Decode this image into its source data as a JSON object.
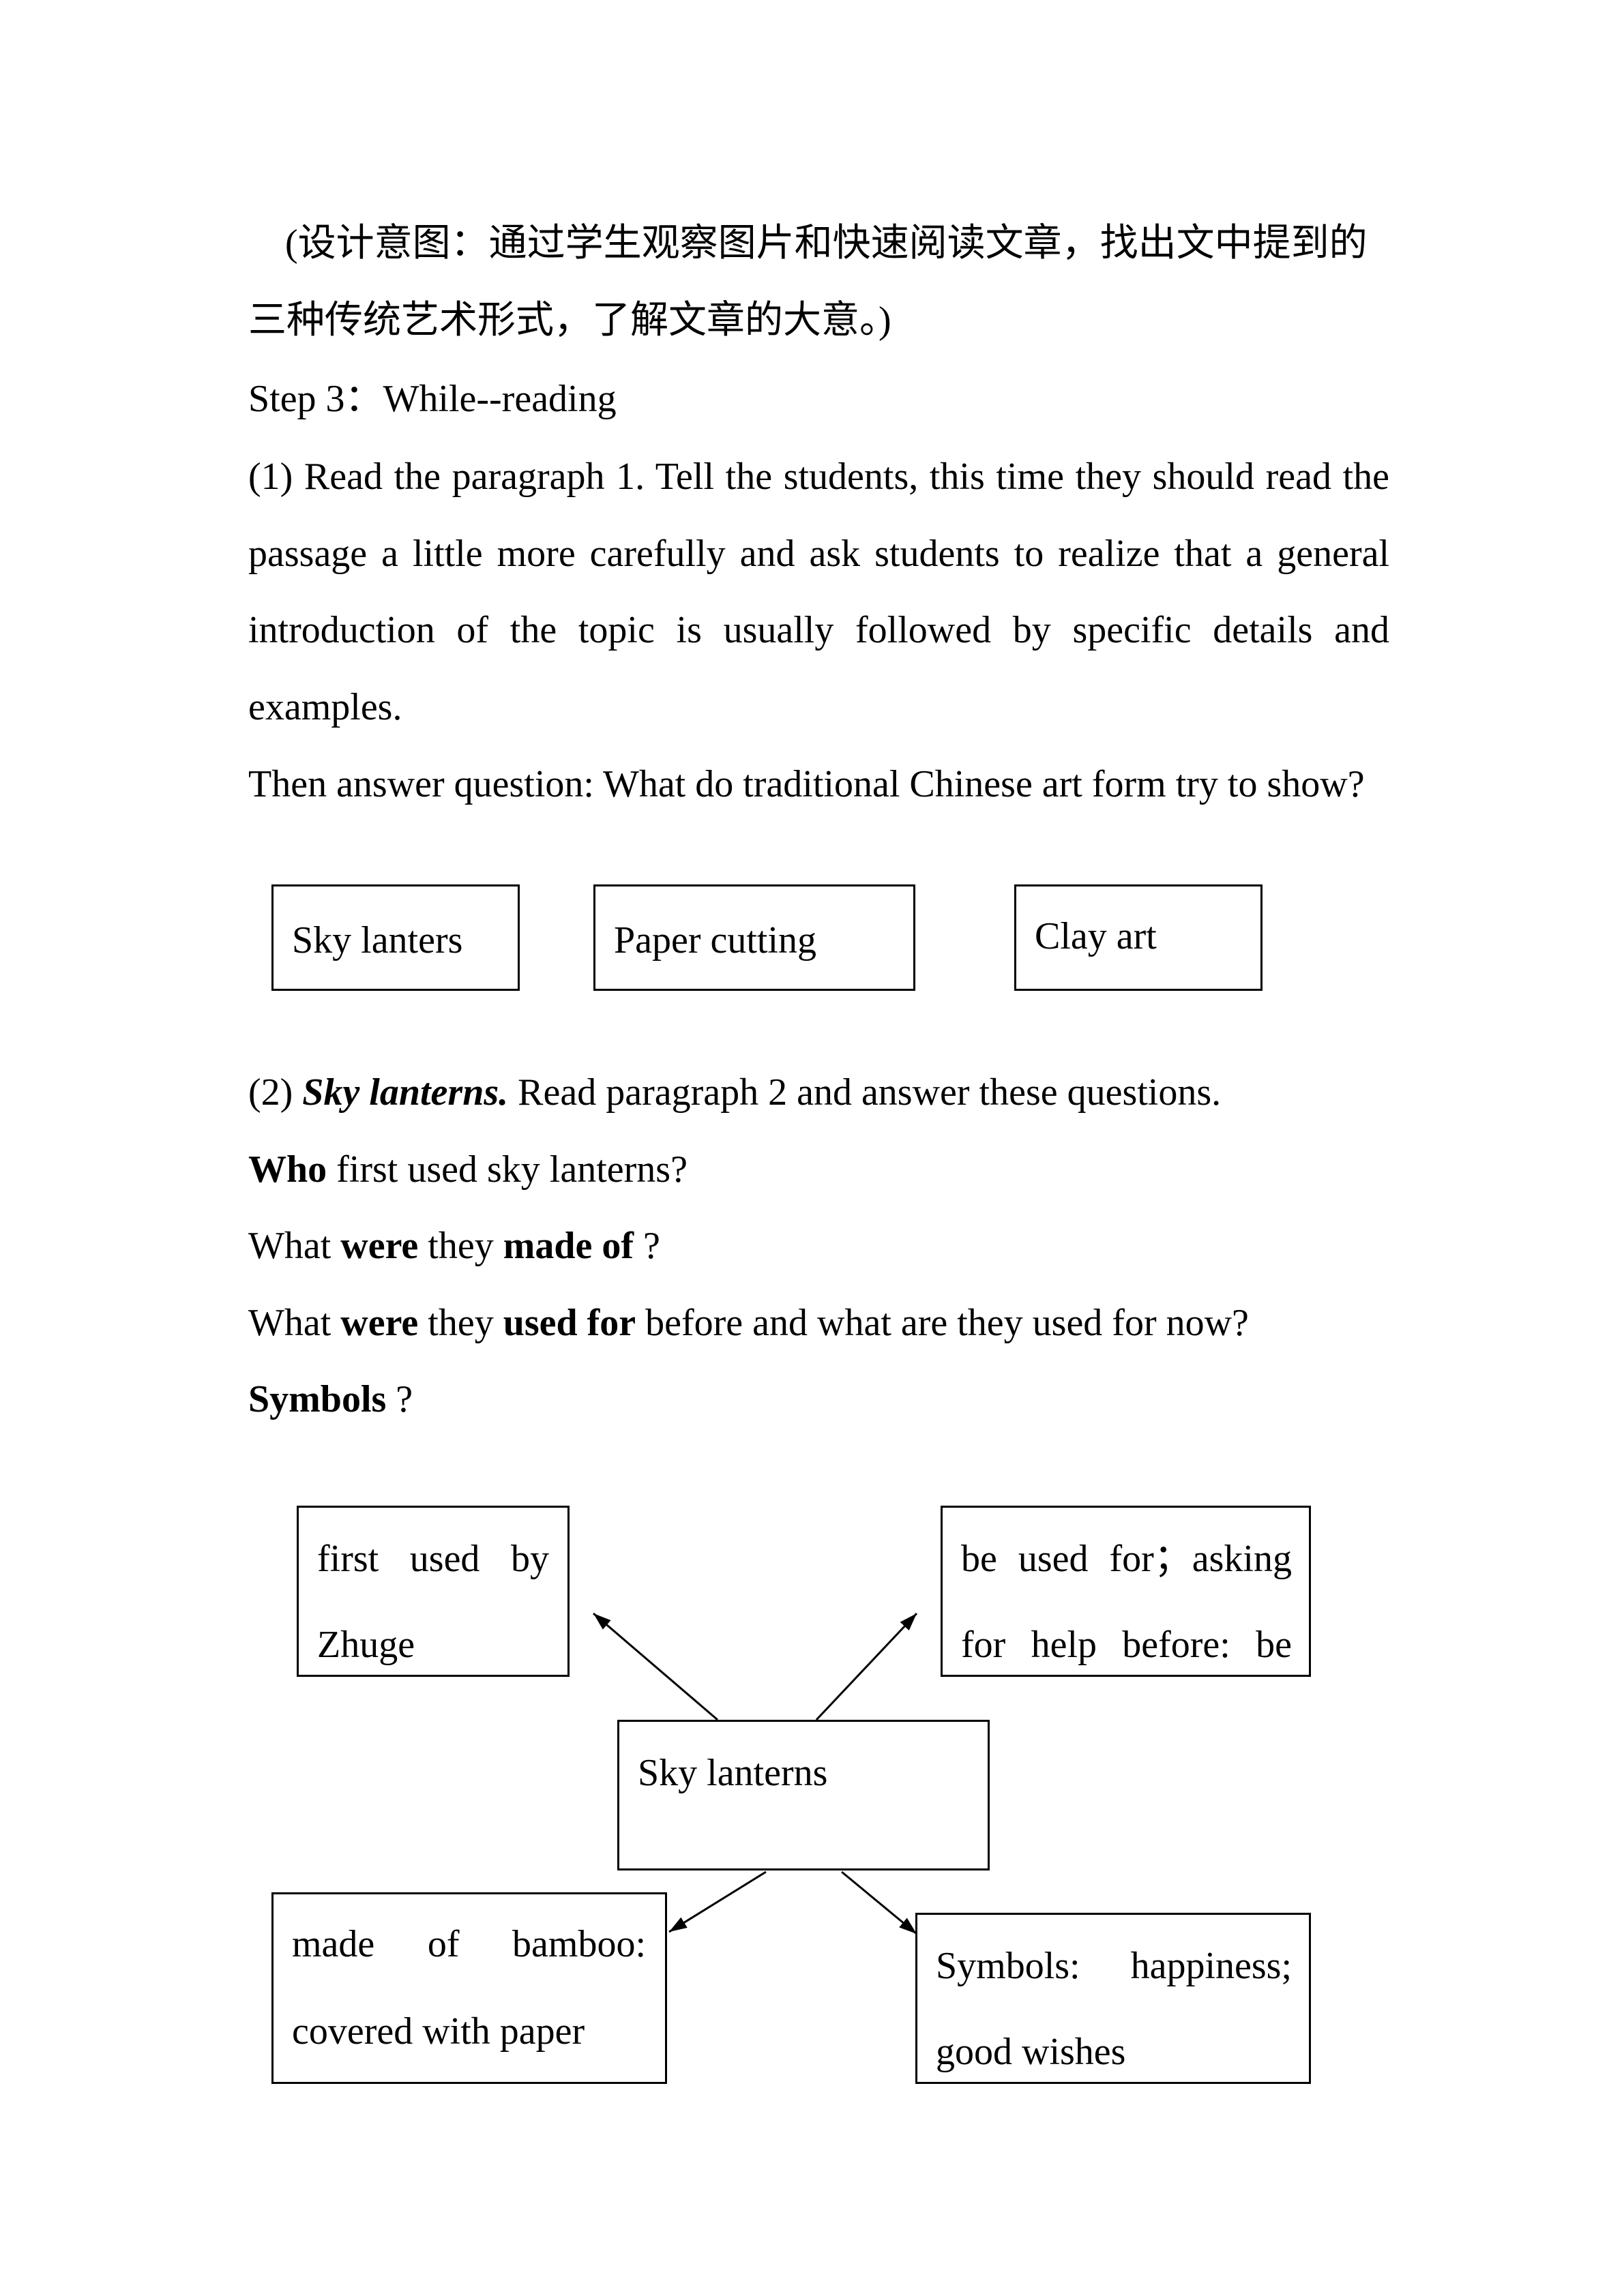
{
  "design_intent": {
    "line1": "(设计意图：通过学生观察图片和快速阅读文章，找出文中提到的",
    "line2": "三种传统艺术形式，了解文章的大意。)"
  },
  "step3": {
    "title": "Step 3：While--reading"
  },
  "part1": {
    "paragraph": [
      "(1) Read the paragraph 1. Tell the students, this time they should read the",
      "passage a little more carefully and ask students to realize that a general",
      "introduction of the topic is usually followed by specific details and",
      "examples."
    ],
    "question": "Then answer question: What do traditional Chinese art form try to show?",
    "art_forms": [
      "Sky lanters",
      "Paper cutting",
      "Clay art"
    ]
  },
  "part2": {
    "heading": {
      "number": "(2) ",
      "topic": "Sky lanterns.",
      "instruction": " Read paragraph 2 and answer these questions."
    },
    "questions": [
      [
        "Who",
        " first used sky lanterns?"
      ],
      [
        "What ",
        "were",
        " they ",
        "made of",
        " ?"
      ],
      [
        "What ",
        "were",
        " they ",
        "used for",
        " before and what are they used for now?"
      ],
      [
        "Symbols",
        " ?"
      ]
    ]
  },
  "mind_map": {
    "center": "Sky lanterns",
    "first_used": [
      "first used by",
      "Zhuge"
    ],
    "uses": [
      "be used for；asking",
      "for help before: be"
    ],
    "material": [
      "made of bamboo:",
      "covered with paper"
    ],
    "symbols": [
      "Symbols: happiness;",
      "good wishes"
    ]
  }
}
